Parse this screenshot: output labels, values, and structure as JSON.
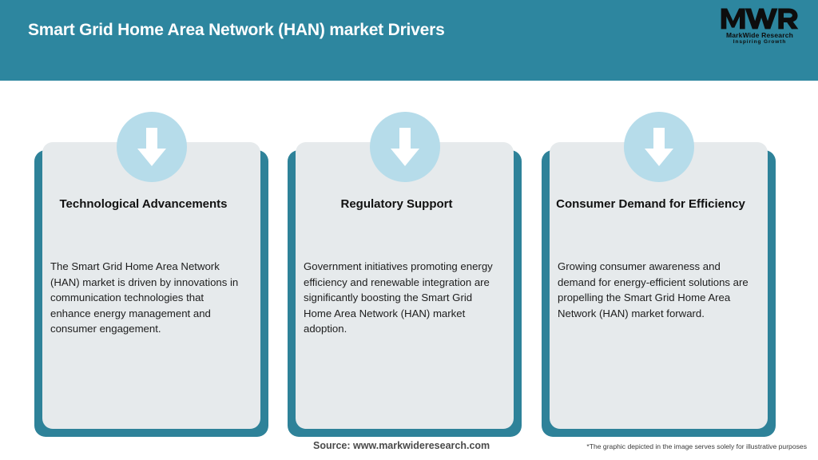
{
  "header": {
    "title": "Smart Grid Home Area Network (HAN) market Drivers",
    "background_color": "#2d869f",
    "title_color": "#ffffff"
  },
  "logo": {
    "mark": "MWR",
    "name": "MarkWide Research",
    "tagline": "Inspiring Growth"
  },
  "theme": {
    "teal": "#2d869f",
    "shadow_teal": "#2e8299",
    "card_bg": "#e6eaec",
    "circle_blue": "#b6dcea",
    "arrow_white": "#ffffff"
  },
  "cards": [
    {
      "icon": "arrow-down-icon",
      "title": "Technological Advancements",
      "body": "The Smart Grid Home Area Network (HAN) market is driven by innovations in communication technologies that enhance energy management and consumer engagement."
    },
    {
      "icon": "arrow-down-icon",
      "title": "Regulatory Support",
      "body": "Government initiatives promoting energy efficiency and renewable integration are significantly boosting the Smart Grid Home Area Network (HAN) market adoption."
    },
    {
      "icon": "arrow-down-icon",
      "title": "Consumer Demand for Efficiency",
      "body": "Growing consumer awareness and demand for energy-efficient solutions are propelling the Smart Grid Home Area Network (HAN) market forward."
    }
  ],
  "footer": {
    "source": "Source: www.markwideresearch.com",
    "note": "*The graphic depicted in the image serves solely for illustrative purposes"
  }
}
